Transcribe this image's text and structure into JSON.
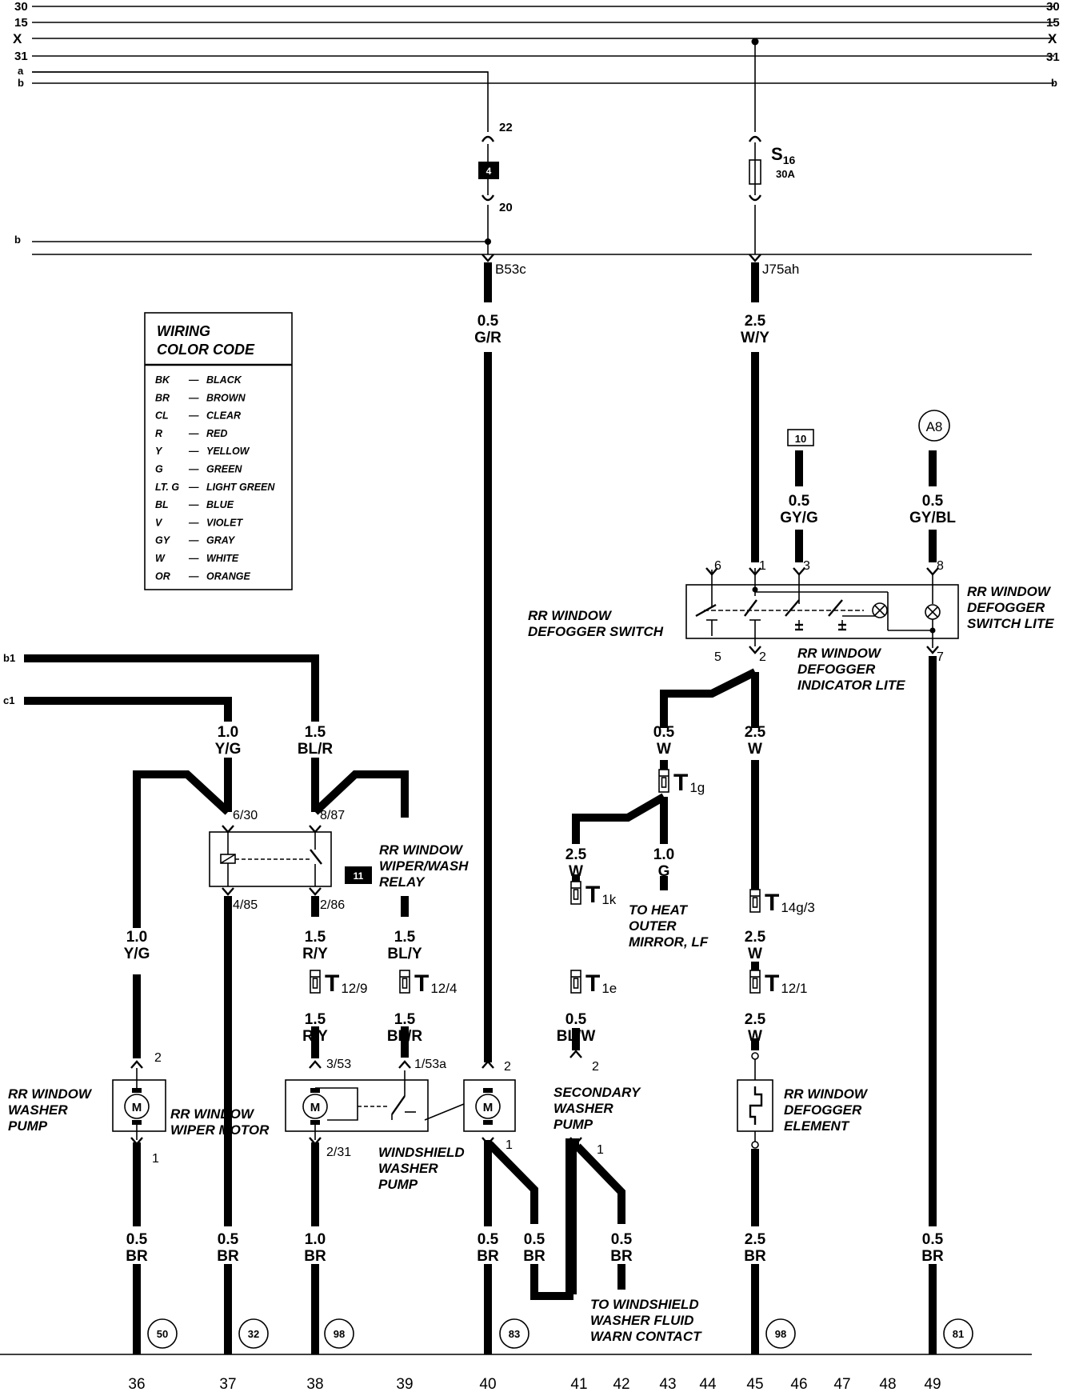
{
  "bus_lines": [
    {
      "id": "30",
      "label_left": "30",
      "label_right": "30"
    },
    {
      "id": "15",
      "label_left": "15",
      "label_right": "15"
    },
    {
      "id": "X",
      "label_left": "X",
      "label_right": "X"
    },
    {
      "id": "31",
      "label_left": "31",
      "label_right": "31"
    },
    {
      "id": "a",
      "label_left": "a",
      "label_right": ""
    },
    {
      "id": "b",
      "label_left": "b",
      "label_right": "b"
    }
  ],
  "left_feeds": {
    "b": "b",
    "b1": "b1",
    "c1": "c1"
  },
  "top": {
    "terminal_22": "22",
    "terminal_20": "20",
    "box_4": "4",
    "fuse_name": "S",
    "fuse_sub": "16",
    "fuse_rating": "30A",
    "connector_b53c": "B53c",
    "connector_j75ah": "J75ah"
  },
  "legend": {
    "title_line1": "WIRING",
    "title_line2": "COLOR CODE",
    "rows": [
      {
        "code": "BK",
        "dash": "—",
        "name": "BLACK"
      },
      {
        "code": "BR",
        "dash": "—",
        "name": "BROWN"
      },
      {
        "code": "CL",
        "dash": "—",
        "name": "CLEAR"
      },
      {
        "code": "R",
        "dash": "—",
        "name": "RED"
      },
      {
        "code": "Y",
        "dash": "—",
        "name": "YELLOW"
      },
      {
        "code": "G",
        "dash": "—",
        "name": "GREEN"
      },
      {
        "code": "LT. G",
        "dash": "—",
        "name": "LIGHT GREEN"
      },
      {
        "code": "BL",
        "dash": "—",
        "name": "BLUE"
      },
      {
        "code": "V",
        "dash": "—",
        "name": "VIOLET"
      },
      {
        "code": "GY",
        "dash": "—",
        "name": "GRAY"
      },
      {
        "code": "W",
        "dash": "—",
        "name": "WHITE"
      },
      {
        "code": "OR",
        "dash": "—",
        "name": "ORANGE"
      }
    ]
  },
  "wire_labels": [
    {
      "id": "w-gr",
      "size": "0.5",
      "color": "G/R"
    },
    {
      "id": "w-wy",
      "size": "2.5",
      "color": "W/Y"
    },
    {
      "id": "w-gyg",
      "size": "0.5",
      "color": "GY/G"
    },
    {
      "id": "w-gybl",
      "size": "0.5",
      "color": "GY/BL"
    },
    {
      "id": "w-yg1",
      "size": "1.0",
      "color": "Y/G"
    },
    {
      "id": "w-blr1",
      "size": "1.5",
      "color": "BL/R"
    },
    {
      "id": "w-w1",
      "size": "0.5",
      "color": "W"
    },
    {
      "id": "w-w2",
      "size": "2.5",
      "color": "W"
    },
    {
      "id": "w-w3",
      "size": "2.5",
      "color": "W"
    },
    {
      "id": "w-g",
      "size": "1.0",
      "color": "G"
    },
    {
      "id": "w-yg2",
      "size": "1.0",
      "color": "Y/G"
    },
    {
      "id": "w-ry1",
      "size": "1.5",
      "color": "R/Y"
    },
    {
      "id": "w-bly",
      "size": "1.5",
      "color": "BL/Y"
    },
    {
      "id": "w-w4",
      "size": "2.5",
      "color": "W"
    },
    {
      "id": "w-ry2",
      "size": "1.5",
      "color": "R/Y"
    },
    {
      "id": "w-blr2",
      "size": "1.5",
      "color": "BL/R"
    },
    {
      "id": "w-blw",
      "size": "0.5",
      "color": "BL/W"
    },
    {
      "id": "w-w5",
      "size": "2.5",
      "color": "W"
    },
    {
      "id": "b36",
      "size": "0.5",
      "color": "BR"
    },
    {
      "id": "b37",
      "size": "0.5",
      "color": "BR"
    },
    {
      "id": "b38",
      "size": "1.0",
      "color": "BR"
    },
    {
      "id": "b40",
      "size": "0.5",
      "color": "BR"
    },
    {
      "id": "b40b",
      "size": "0.5",
      "color": "BR"
    },
    {
      "id": "b42",
      "size": "0.5",
      "color": "BR"
    },
    {
      "id": "b45",
      "size": "2.5",
      "color": "BR"
    },
    {
      "id": "b49",
      "size": "0.5",
      "color": "BR"
    }
  ],
  "pins": {
    "sw6": "6",
    "sw1": "1",
    "sw3": "3",
    "sw8": "8",
    "sw5": "5",
    "sw2": "2",
    "sw7": "7",
    "r630": "6/30",
    "r887": "8/87",
    "r485": "4/85",
    "r286": "2/86",
    "m353": "3/53",
    "m153a": "1/53a",
    "m231": "2/31",
    "wp2": "2",
    "wp1": "1",
    "wsp2": "2",
    "wsp1": "1",
    "sec2": "2",
    "sec1": "1"
  },
  "connectors": {
    "t1g": {
      "main": "T",
      "sub": "1g"
    },
    "t1k": {
      "main": "T",
      "sub": "1k"
    },
    "t14g3": {
      "main": "T",
      "sub": "14g/3"
    },
    "t129": {
      "main": "T",
      "sub": "12/9"
    },
    "t124": {
      "main": "T",
      "sub": "12/4"
    },
    "t1e": {
      "main": "T",
      "sub": "1e"
    },
    "t121": {
      "main": "T",
      "sub": "12/1"
    }
  },
  "refs": {
    "box10": "10",
    "a8": "A8",
    "box11": "11"
  },
  "components": {
    "switch_l1": "RR WINDOW",
    "switch_l2": "DEFOGGER SWITCH",
    "lite_l1": "RR WINDOW",
    "lite_l2": "DEFOGGER",
    "lite_l3": "SWITCH LITE",
    "ind_l1": "RR WINDOW",
    "ind_l2": "DEFOGGER",
    "ind_l3": "INDICATOR LITE",
    "relay_l1": "RR WINDOW",
    "relay_l2": "WIPER/WASH",
    "relay_l3": "RELAY",
    "mirror_l1": "TO HEAT",
    "mirror_l2": "OUTER",
    "mirror_l3": "MIRROR, LF",
    "wpump_l1": "RR WINDOW",
    "wpump_l2": "WASHER",
    "wpump_l3": "PUMP",
    "wiper_l1": "RR WINDOW",
    "wiper_l2": "WIPER MOTOR",
    "wsw_l1": "WINDSHIELD",
    "wsw_l2": "WASHER",
    "wsw_l3": "PUMP",
    "sec_l1": "SECONDARY",
    "sec_l2": "WASHER",
    "sec_l3": "PUMP",
    "elem_l1": "RR WINDOW",
    "elem_l2": "DEFOGGER",
    "elem_l3": "ELEMENT",
    "warn_l1": "TO WINDSHIELD",
    "warn_l2": "WASHER FLUID",
    "warn_l3": "WARN CONTACT",
    "motor_glyph": "M"
  },
  "grounds": [
    {
      "id": "g50",
      "label": "50"
    },
    {
      "id": "g32",
      "label": "32"
    },
    {
      "id": "g98a",
      "label": "98"
    },
    {
      "id": "g83",
      "label": "83"
    },
    {
      "id": "g98b",
      "label": "98"
    },
    {
      "id": "g81",
      "label": "81"
    }
  ],
  "grid_numbers": [
    "36",
    "37",
    "38",
    "39",
    "40",
    "41",
    "42",
    "43",
    "44",
    "45",
    "46",
    "47",
    "48",
    "49"
  ]
}
